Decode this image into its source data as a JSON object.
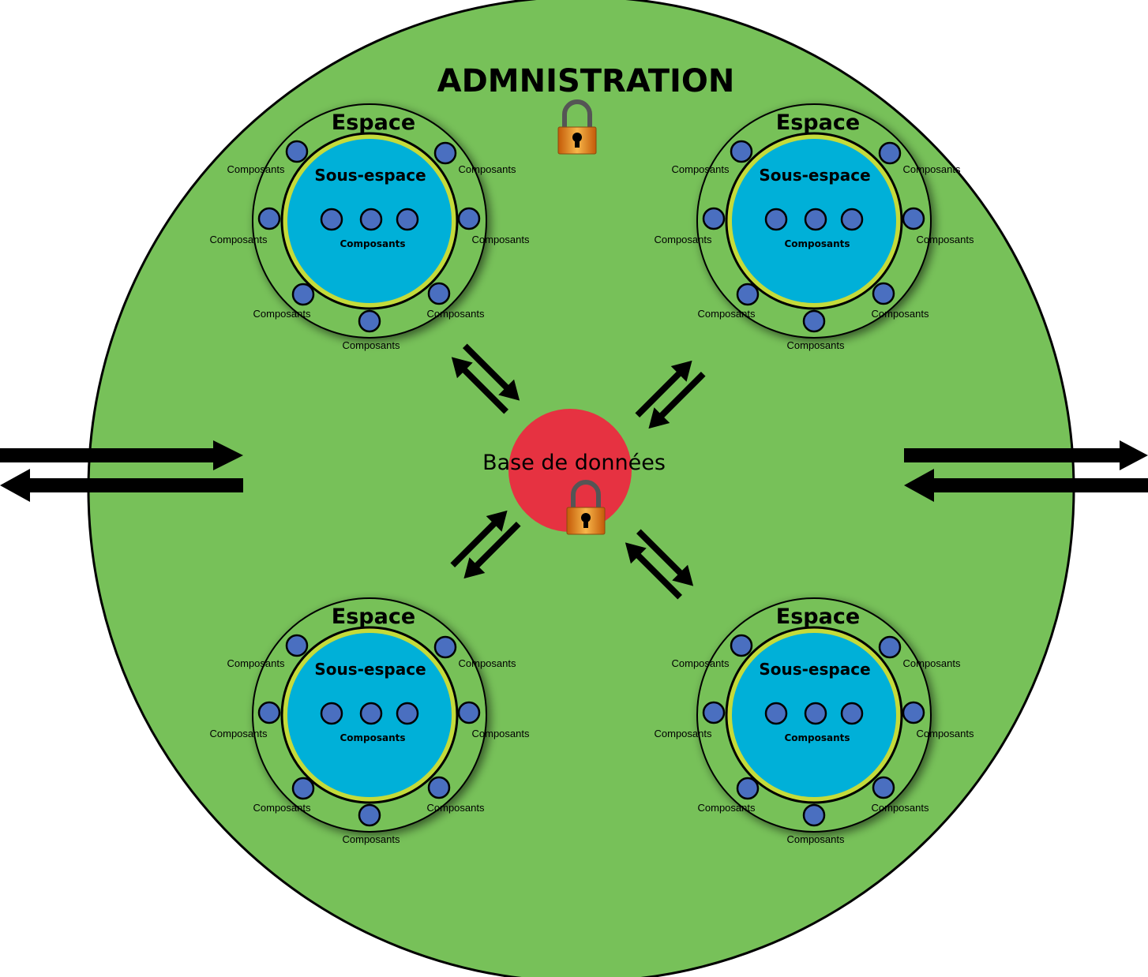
{
  "title": "ADMNISTRATION",
  "database_label": "Base de données",
  "space_label": "Espace",
  "subspace_label": "Sous-espace",
  "component_label": "Composants",
  "colors": {
    "admin_circle": "#77c159",
    "database": "#e63241",
    "subspace": "#00b0d8",
    "subspace_ring": "#c4db3b",
    "component": "#4a6fc0",
    "lock_body": "#f08a1e",
    "lock_shackle": "#555555"
  },
  "icons": [
    "lock-icon",
    "double-arrow-icon"
  ]
}
